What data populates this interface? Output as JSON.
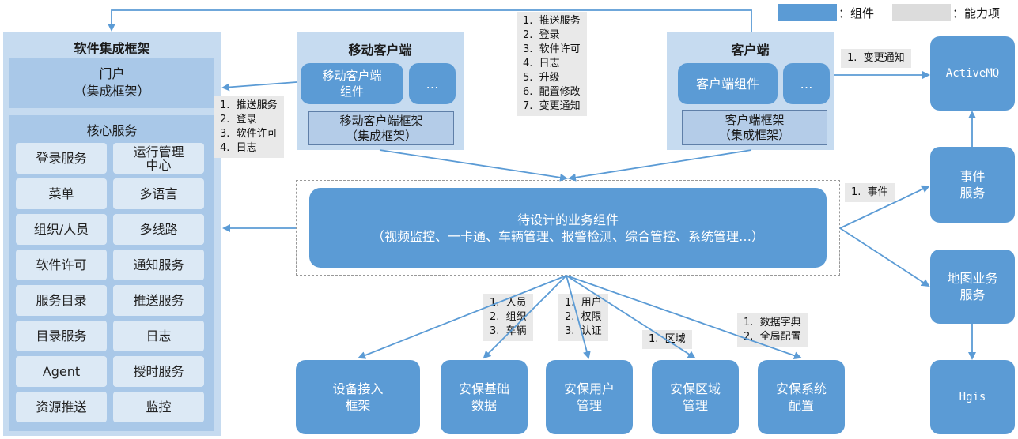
{
  "legend": {
    "component": "：组件",
    "capability": "：能力项"
  },
  "framework": {
    "title": "软件集成框架",
    "portal": "门户\n（集成框架）",
    "core_title": "核心服务",
    "core_items": [
      "登录服务",
      "运行管理\n中心",
      "菜单",
      "多语言",
      "组织/人员",
      "多线路",
      "软件许可",
      "通知服务",
      "服务目录",
      "推送服务",
      "目录服务",
      "日志",
      "Agent",
      "授时服务",
      "资源推送",
      "监控"
    ]
  },
  "mobile_client": {
    "title": "移动客户端",
    "component": "移动客户端\n组件",
    "more": "…",
    "framework": "移动客户端框架\n（集成框架）"
  },
  "client": {
    "title": "客户端",
    "component": "客户端组件",
    "more": "…",
    "framework": "客户端框架\n（集成框架）"
  },
  "notes": {
    "framework_to_mobile": [
      "推送服务",
      "登录",
      "软件许可",
      "日志"
    ],
    "client_to_framework": [
      "推送服务",
      "登录",
      "软件许可",
      "日志",
      "升级",
      "配置修改",
      "变更通知"
    ],
    "client_to_mq": [
      "变更通知"
    ],
    "biz_to_event": [
      "事件"
    ],
    "biz_to_basic": [
      "人员",
      "组织",
      "车辆"
    ],
    "biz_to_user": [
      "用户",
      "权限",
      "认证"
    ],
    "biz_to_area": [
      "区域"
    ],
    "biz_to_sys": [
      "数据字典",
      "全局配置"
    ]
  },
  "business": {
    "title": "待设计的业务组件",
    "subtitle": "（视频监控、一卡通、车辆管理、报警检测、综合管控、系统管理…）"
  },
  "bottom_components": [
    "设备接入\n框架",
    "安保基础\n数据",
    "安保用户\n管理",
    "安保区域\n管理",
    "安保系统\n配置"
  ],
  "right_components": {
    "mq": "ActiveMQ",
    "event": "事件\n服务",
    "map": "地图业务\n服务",
    "hgis": "Hgis"
  },
  "colors": {
    "component": "#5b9bd5",
    "capability": "#dce9f5",
    "container": "#c6dbf0",
    "arrow": "#5b9bd5"
  }
}
